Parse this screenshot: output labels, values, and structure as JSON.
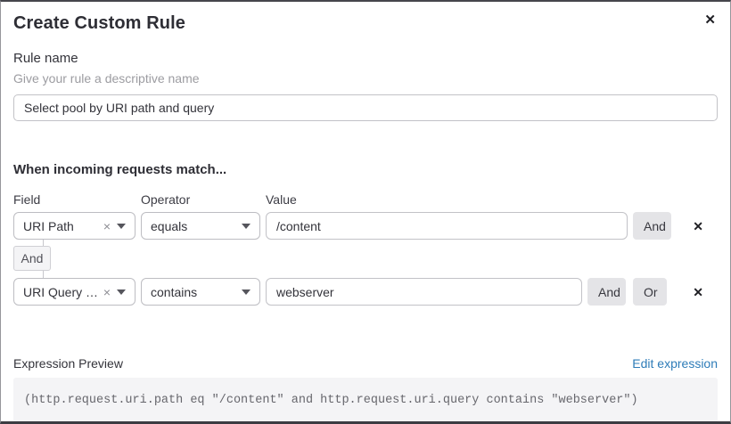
{
  "dialog": {
    "title": "Create Custom Rule",
    "close_glyph": "✕"
  },
  "rule_name": {
    "label": "Rule name",
    "hint": "Give your rule a descriptive name",
    "value": "Select pool by URI path and query"
  },
  "match_builder": {
    "heading": "When incoming requests match...",
    "columns": {
      "field": "Field",
      "operator": "Operator",
      "value": "Value"
    },
    "rows": [
      {
        "field": "URI Path",
        "operator": "equals",
        "value": "/content",
        "and_label": "And",
        "remove_glyph": "✕"
      },
      {
        "field": "URI Query St...",
        "operator": "contains",
        "value": "webserver",
        "and_label": "And",
        "or_label": "Or",
        "remove_glyph": "✕"
      }
    ],
    "connector_label": "And",
    "clear_glyph": "×"
  },
  "expression_preview": {
    "label": "Expression Preview",
    "edit_link": "Edit expression",
    "expression": "(http.request.uri.path eq \"/content\" and http.request.uri.query contains \"webserver\")"
  },
  "colors": {
    "link_blue": "#2e7cb8",
    "button_gray": "#e4e4e7",
    "input_border": "#c2c2c7",
    "code_background": "#f4f4f6"
  }
}
